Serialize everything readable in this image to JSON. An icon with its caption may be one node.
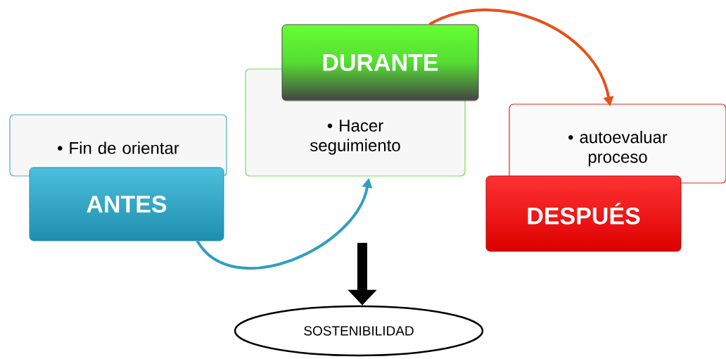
{
  "diagram": {
    "nodes": [
      {
        "text": [
          "• Fin de orientar"
        ]
      },
      {
        "text": [
          "ANTES"
        ]
      },
      {
        "text": [
          "• Hacer seguimiento"
        ]
      },
      {
        "text": [
          "DURANTE"
        ]
      },
      {
        "text": [
          "• autoevaluar proceso"
        ]
      },
      {
        "text": [
          "DESPUÉS"
        ]
      },
      {
        "text": [
          "SOSTENIBILIDAD"
        ]
      }
    ],
    "edges": [
      {
        "from": 1,
        "to": 2,
        "arrow": "to",
        "color": "#2f9fc0"
      },
      {
        "from": 3,
        "to": 4,
        "arrow": "to",
        "color": "#e8501a"
      },
      {
        "from": null,
        "to": 6,
        "arrow": "to",
        "style": "thick",
        "color": "#000000"
      }
    ]
  }
}
